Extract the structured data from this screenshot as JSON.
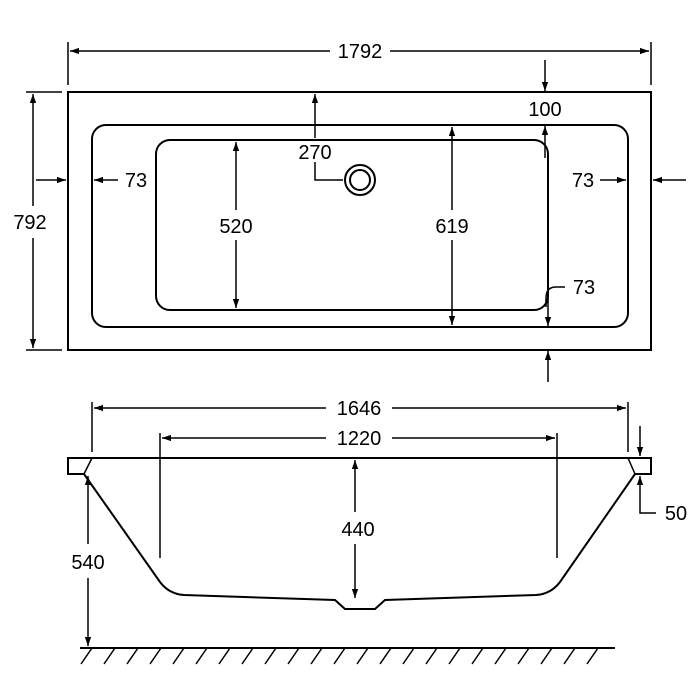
{
  "plan_view": {
    "overall_length": "1792",
    "overall_width": "792",
    "rim_top": "100",
    "drain_offset": "270",
    "rim_left": "73",
    "rim_right": "73",
    "inner_width_base": "520",
    "inner_width_top": "619",
    "base_corner": "73"
  },
  "section_view": {
    "top_length": "1646",
    "base_length": "1220",
    "depth": "440",
    "height_to_floor": "540",
    "rim_thickness": "50"
  }
}
